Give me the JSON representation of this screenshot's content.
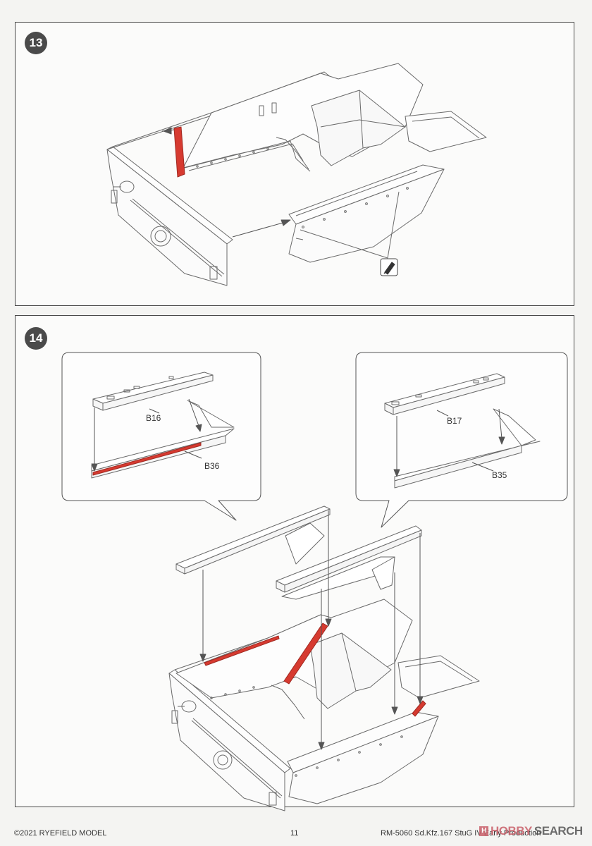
{
  "steps": [
    {
      "number": "13"
    },
    {
      "number": "14"
    }
  ],
  "step14": {
    "callout_left": {
      "parts": [
        "B16",
        "B36"
      ]
    },
    "callout_right": {
      "parts": [
        "B17",
        "B35"
      ]
    }
  },
  "footer": {
    "copyright": "©2021 RYEFIELD MODEL",
    "page_number": "11",
    "product": "RM-5060 Sd.Kfz.167 StuG IV Early Production"
  },
  "watermark": {
    "brand": "HOBBY",
    "suffix": "SEARCH"
  },
  "icons": {
    "glue": "glue-applicator-icon"
  },
  "colors": {
    "highlight": "#d63a30",
    "line": "#666666",
    "frame": "#4a4a4a"
  }
}
